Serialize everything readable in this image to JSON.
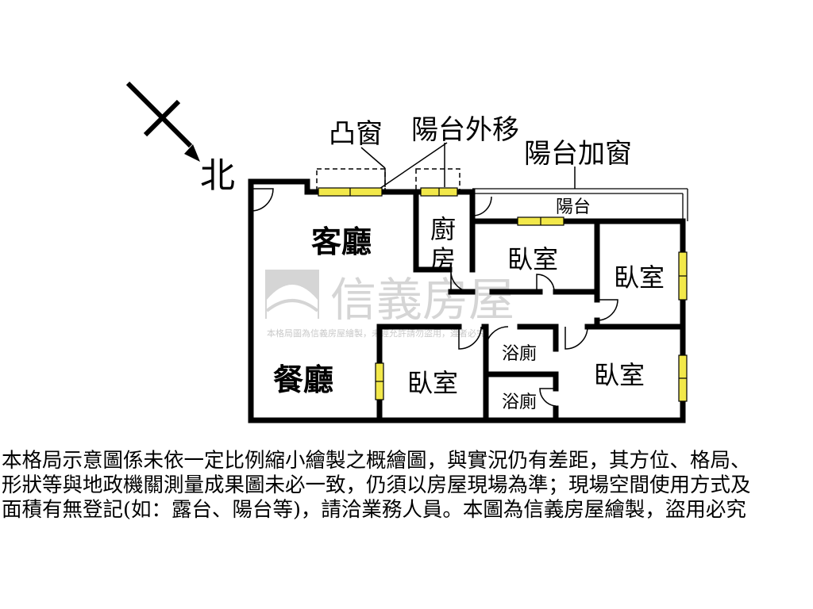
{
  "compass": {
    "label": "北"
  },
  "annotations": {
    "bay_window": "凸窗",
    "balcony_moved_out": "陽台外移",
    "balcony_window_added": "陽台加窗"
  },
  "rooms": {
    "living_room": "客廳",
    "kitchen_line1": "廚",
    "kitchen_line2": "房",
    "bedroom_1": "臥室",
    "bedroom_2": "臥室",
    "bedroom_3": "臥室",
    "bedroom_4": "臥室",
    "dining_room": "餐廳",
    "bathroom_1": "浴廁",
    "bathroom_2": "浴廁",
    "balcony": "陽台"
  },
  "watermark": {
    "brand": "信義房屋",
    "notice": "本格局圖為信義房屋繪製，未經允許請勿盜用，違者必究"
  },
  "disclaimer": {
    "line1": "本格局示意圖係未依一定比例縮小繪製之概繪圖，與實況仍有差距，其方位、格局、",
    "line2": "形狀等與地政機關測量成果圖未必一致，仍須以房屋現場為準；現場空間使用方式及",
    "line3": "面積有無登記(如：露台、陽台等)，請洽業務人員。本圖為信義房屋繪製，盜用必究"
  },
  "colors": {
    "wall": "#000000",
    "window_fill": "#f2e84a",
    "watermark": "#c8c8c8"
  }
}
